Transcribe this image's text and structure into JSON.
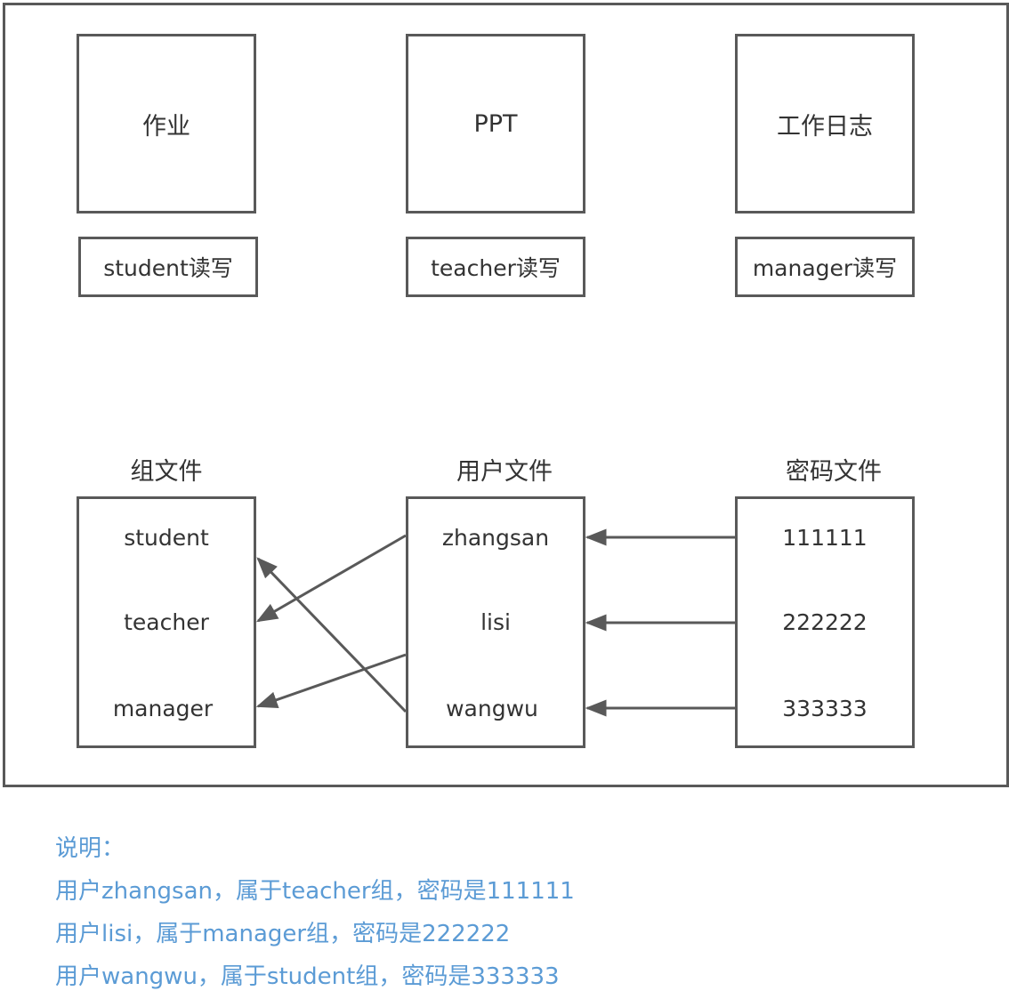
{
  "resources": [
    {
      "label": "作业",
      "permission": "student读写"
    },
    {
      "label": "PPT",
      "permission": "teacher读写"
    },
    {
      "label": "工作日志",
      "permission": "manager读写"
    }
  ],
  "files": {
    "group": {
      "title": "组文件",
      "entries": [
        "student",
        "teacher",
        "manager"
      ]
    },
    "user": {
      "title": "用户文件",
      "entries": [
        "zhangsan",
        "lisi",
        "wangwu"
      ]
    },
    "password": {
      "title": "密码文件",
      "entries": [
        "111111",
        "222222",
        "333333"
      ]
    }
  },
  "notes": {
    "heading": "说明：",
    "lines": [
      "用户zhangsan，属于teacher组，密码是111111",
      "用户lisi，属于manager组，密码是222222",
      "用户wangwu，属于student组，密码是333333"
    ]
  },
  "colors": {
    "border": "#595959",
    "arrow": "#595959",
    "note_text": "#5b9bd5"
  }
}
